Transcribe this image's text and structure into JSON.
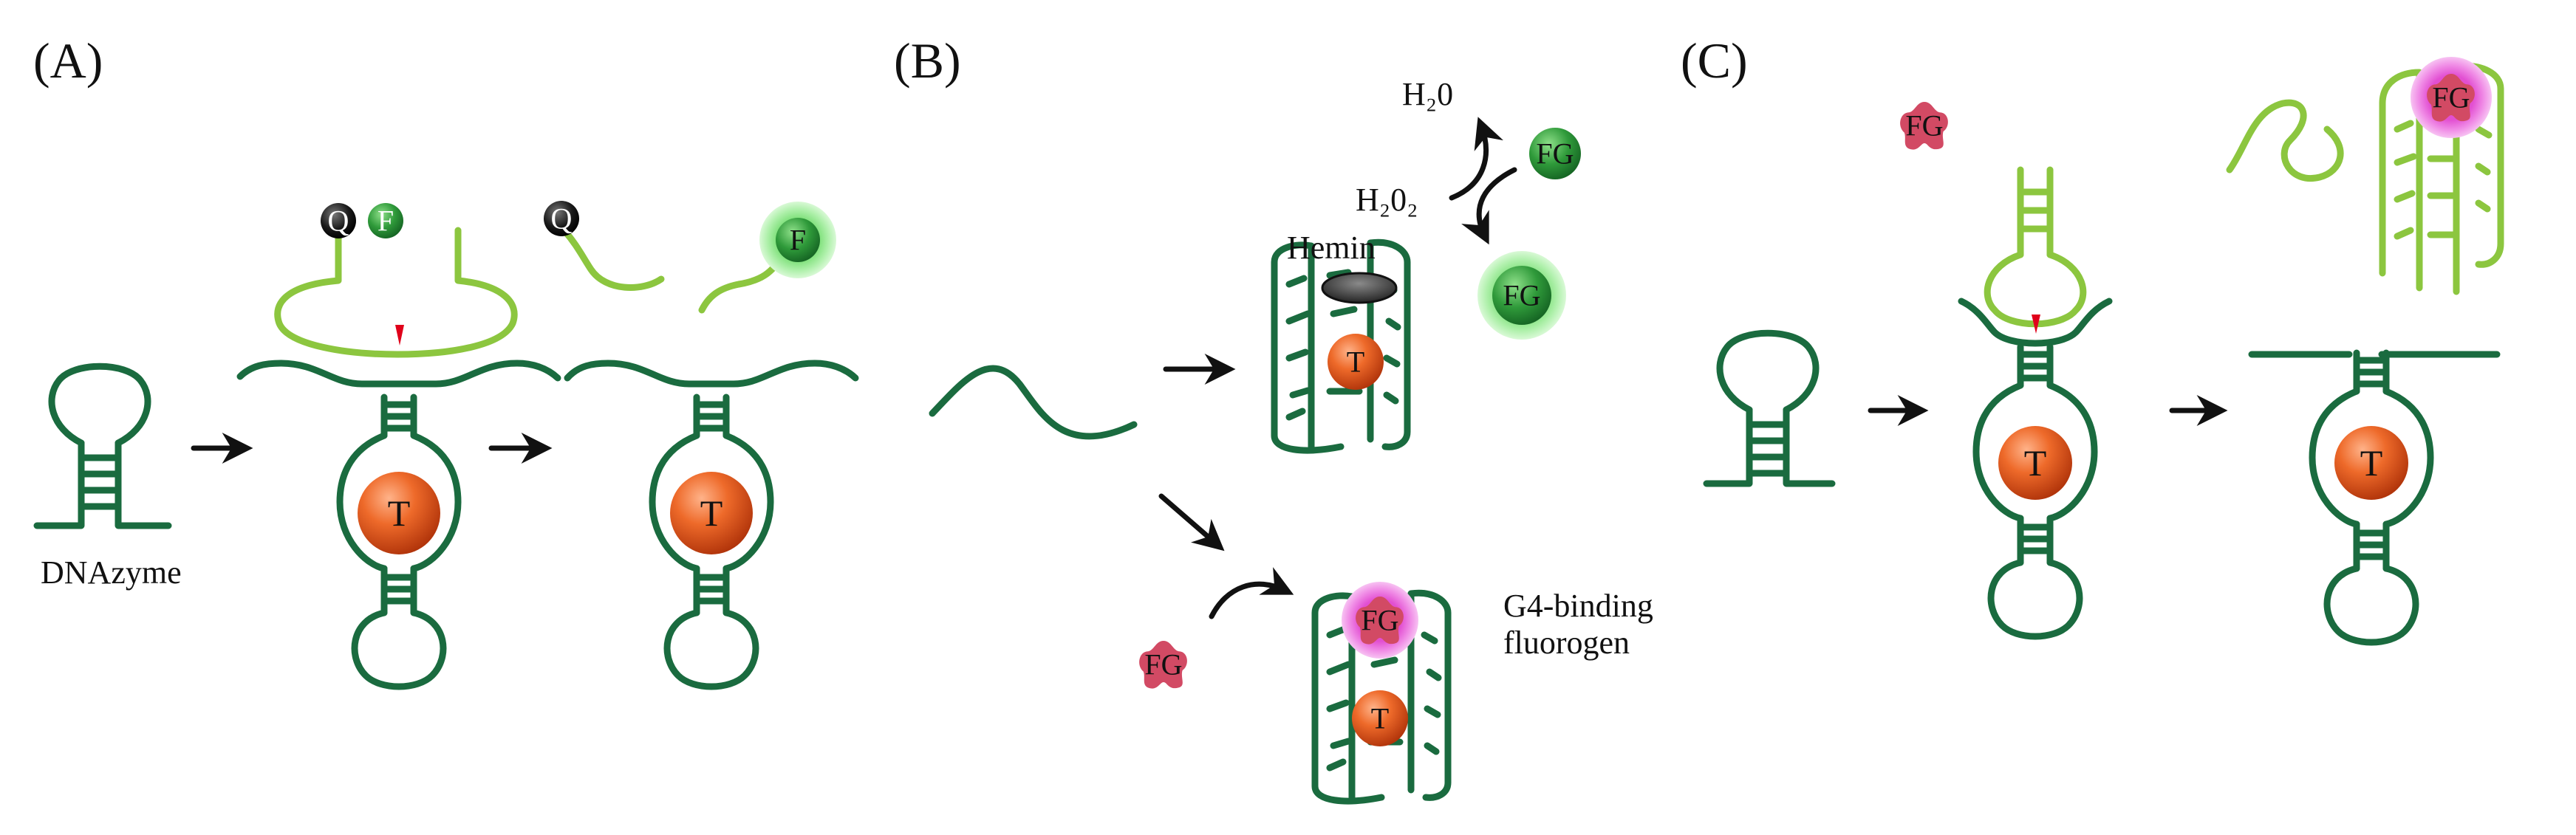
{
  "panels": {
    "a": "(A)",
    "b": "(B)",
    "c": "(C)"
  },
  "labels": {
    "dnazyme": "DNAzyme",
    "h2o": "H₂0",
    "h2o2": "H₂0₂",
    "hemin": "Hemin",
    "g4_line1": "G4-binding",
    "g4_line2": "fluorogen"
  },
  "balls": {
    "target": "T",
    "quencher": "Q",
    "fluorophore": "F",
    "fluorogen": "FG"
  },
  "colors": {
    "dark_green": "#1a6b3f",
    "light_green": "#8cc63f",
    "target_orange": "#e05a1f",
    "cleavage_red": "#e0001a",
    "fluorogen_red": "#d24a64",
    "glow_magenta": "#e24fd2",
    "glow_green": "#9ee89a"
  }
}
